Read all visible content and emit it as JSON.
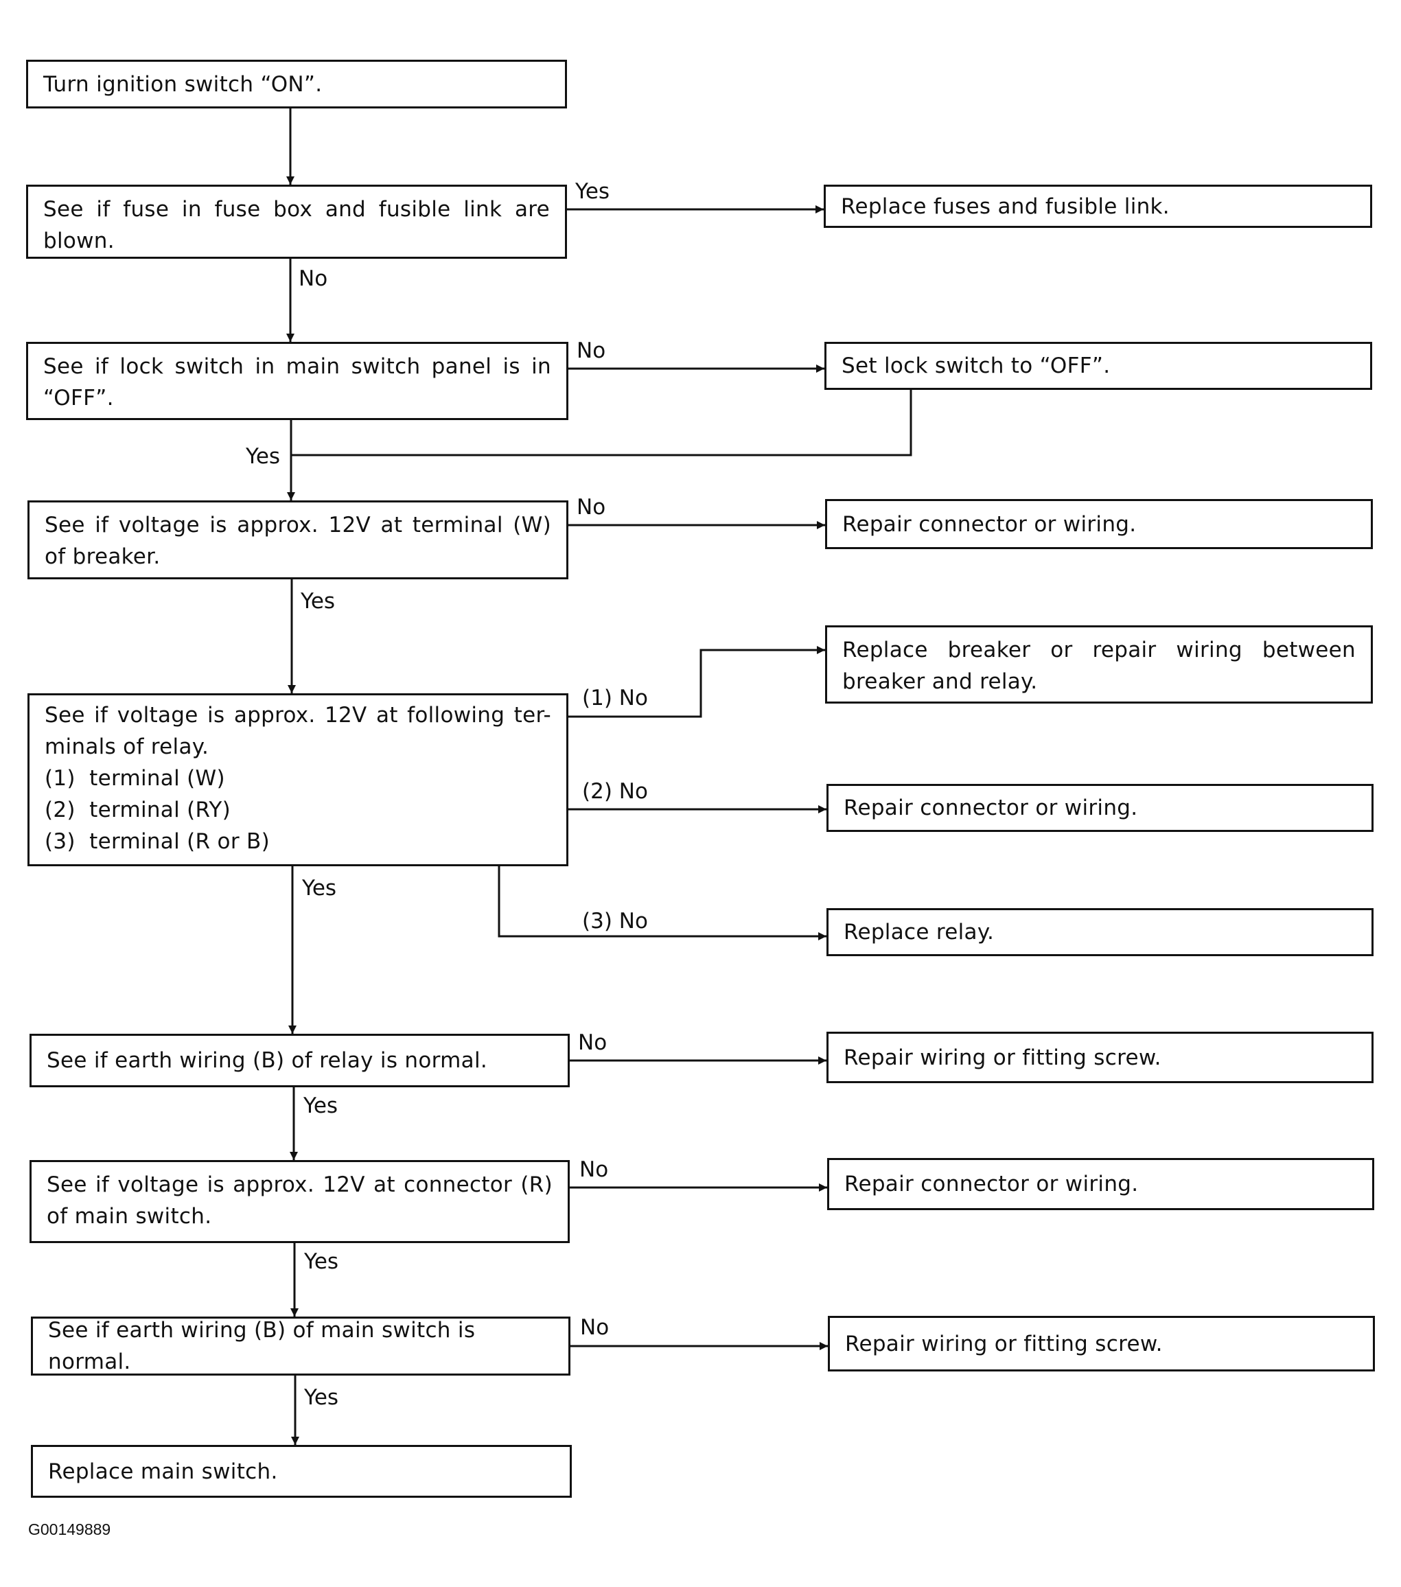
{
  "steps": {
    "s1": "Turn ignition switch “ON”.",
    "s2": "See if fuse in fuse box and fusible link are blown.",
    "s3": "See if lock switch in main switch panel is in “OFF”.",
    "s4": "See if voltage is approx. 12V at terminal (W) of breaker.",
    "s5": {
      "intro": "See if voltage is approx. 12V at following ter-minals of relay.",
      "items": [
        "(1)  terminal (W)",
        "(2)  terminal (RY)",
        "(3)  terminal (R or B)"
      ]
    },
    "s6": "See if earth wiring (B) of relay is normal.",
    "s7": "See if voltage is approx. 12V at connector (R) of main switch.",
    "s8": "See if earth wiring (B) of main switch is normal.",
    "s9": "Replace main switch."
  },
  "actions": {
    "a2": "Replace fuses and fusible link.",
    "a3": "Set lock switch to “OFF”.",
    "a4": "Repair connector or wiring.",
    "a5_1": "Replace breaker or repair wiring between breaker and relay.",
    "a5_2": "Repair connector or wiring.",
    "a5_3": "Replace relay.",
    "a6": "Repair wiring or fitting screw.",
    "a7": "Repair connector or wiring.",
    "a8": "Repair wiring or fitting screw."
  },
  "labels": {
    "yes": "Yes",
    "no": "No",
    "no1": "(1) No",
    "no2": "(2) No",
    "no3": "(3) No"
  },
  "figure_id": "G00149889"
}
